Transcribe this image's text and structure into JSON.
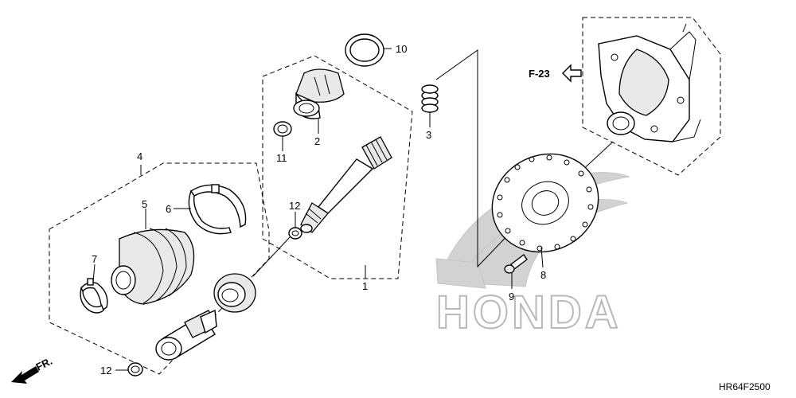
{
  "callouts": {
    "c1": "1",
    "c2": "2",
    "c3": "3",
    "c4": "4",
    "c5": "5",
    "c6": "6",
    "c7": "7",
    "c8": "8",
    "c9": "9",
    "c10": "10",
    "c11": "11",
    "c12a": "12",
    "c12b": "12"
  },
  "reference_label": "F-23",
  "direction_label": "FR.",
  "brand_watermark": "HONDA",
  "diagram_code": "HR64F2500"
}
